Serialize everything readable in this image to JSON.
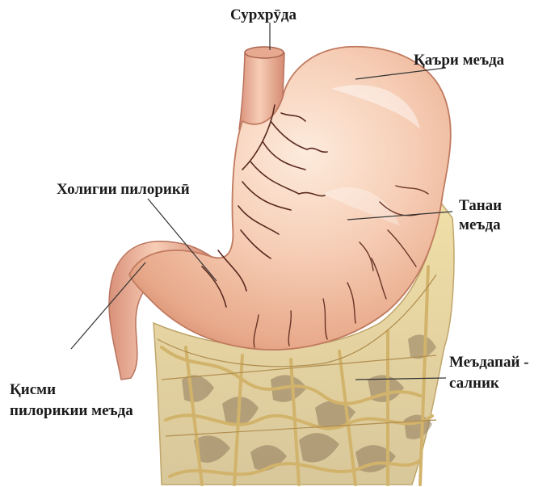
{
  "labels": {
    "esophagus": "Сурхрӯда",
    "fundus": "Қаъри меъда",
    "pyloric_antrum": "Холигии пилорикӣ",
    "body_line1": "Танаи",
    "body_line2": "меъда",
    "omentum_line1": "Меъдапай -",
    "omentum_line2": "салник",
    "pyloric_part_line1": "Қисми",
    "pyloric_part_line2": "пилорикии меъда"
  },
  "colors": {
    "stomach_light": "#fbe1cf",
    "stomach_mid": "#eeb493",
    "stomach_dark": "#c97f63",
    "vessels": "#5a2a20",
    "omentum_fat": "#efdba0",
    "omentum_line": "#c9a664",
    "omentum_dark": "#8f7a5d",
    "leader": "#333333"
  }
}
